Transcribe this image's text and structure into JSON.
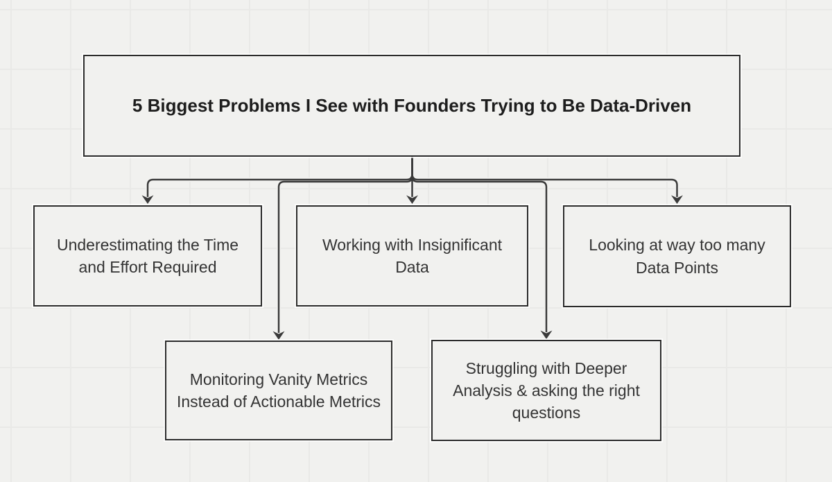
{
  "canvas": {
    "background_color": "#f1f1ef",
    "grid_line_color": "#e9e9e7",
    "node_border_color": "#2b2b2b",
    "connector_color": "#3a3a3a",
    "title_text_color": "#1d1d1d",
    "body_text_color": "#333333"
  },
  "diagram": {
    "root": {
      "label": "5 Biggest Problems I See with Founders Trying to Be Data-Driven"
    },
    "children": [
      {
        "label": "Underestimating the Time\nand Effort Required"
      },
      {
        "label": "Working with Insignificant\nData"
      },
      {
        "label": "Looking at way too many\nData Points"
      },
      {
        "label": "Monitoring Vanity Metrics\nInstead of Actionable Metrics"
      },
      {
        "label": "Struggling with Deeper\nAnalysis & asking the right\nquestions"
      }
    ]
  }
}
